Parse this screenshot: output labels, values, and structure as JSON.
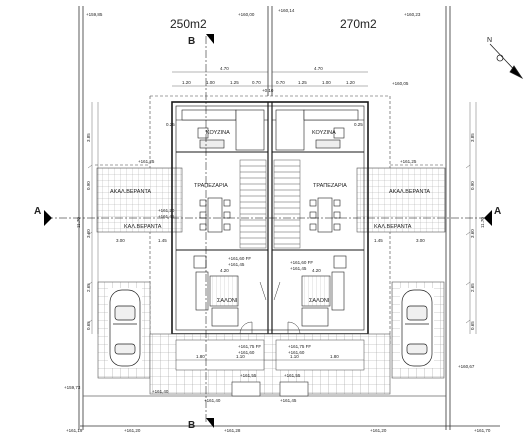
{
  "titles": {
    "left_area": "250m2",
    "right_area": "270m2"
  },
  "section_markers": {
    "b_top": "B",
    "b_bottom": "B",
    "a_left": "A",
    "a_right": "A"
  },
  "rooms": {
    "kitchen": "ΚΟΥΖΙΝΑ",
    "dining": "ΤΡΑΠΕΖΑΡΙΑ",
    "uncovered_veranda": "ΑΚΑΛ.ΒΕΡΑΝΤΑ",
    "covered_veranda": "ΚΑΛ.ΒΕΡΑΝΤΑ",
    "living": "ΣΑΛΟΝΙ"
  },
  "dimensions": {
    "top_width_left": "4.70",
    "top_width_right": "4.70",
    "top_segs": [
      "1.20",
      "1.00",
      "1.25",
      "0.70",
      "0.70",
      "1.25",
      "1.00",
      "1.20"
    ],
    "top_center": "+0.10",
    "side_left": [
      "3.85",
      "0.90",
      "3.60",
      "2.65",
      "0.65"
    ],
    "side_left_total": "11.70",
    "side_right": [
      "3.85",
      "0.90",
      "3.60",
      "2.65",
      "0.65"
    ],
    "side_right_total": "11.70",
    "mid_left": "3.00",
    "mid_left_b": "1.45",
    "mid_right": "1.45",
    "mid_right_b": "3.00",
    "small_left": "0.25",
    "small_right": "0.25",
    "living_left": "4.20",
    "living_right": "4.20",
    "bottom": [
      "1.80",
      "1.10",
      "1.10",
      "1.80"
    ]
  },
  "elevations": {
    "top_left_corner": "+159,85",
    "top_center_left": "+160,00",
    "top_center_right": "+160,14",
    "top_right_corner": "+160,23",
    "right_of_top": "+160,05",
    "mid_left": "+161,25",
    "mid_right": "+161,25",
    "veranda_left_a": "+161,20",
    "veranda_left_b": "+161,45",
    "living_left_ff": "+161,60 FF",
    "living_left_floor": "+161,45",
    "living_right_ff": "+161,60 FF",
    "living_right_floor": "+161,45",
    "front_left_ff": "+161,75 FF",
    "front_left_floor": "+161,60",
    "front_right_ff": "+161,75 FF",
    "front_right_floor": "+161,60",
    "entry_left": "+161,55",
    "entry_right": "+161,55",
    "far_left": "+159,73",
    "far_right": "+160,67",
    "bottom_left": "+161,40",
    "bottom_mid_left": "+161,40",
    "bottom_mid": "+161,45",
    "bottom_left_low": "+161,19",
    "bottom_20": "+161,20",
    "bottom_28": "+161,28",
    "bottom_right_20": "+161,20",
    "bottom_right_70": "+161,70"
  },
  "north_label": "N",
  "colors": {
    "line": "#1a1a1a",
    "grid": "#8a8a8a",
    "light": "#bdbdbd"
  }
}
